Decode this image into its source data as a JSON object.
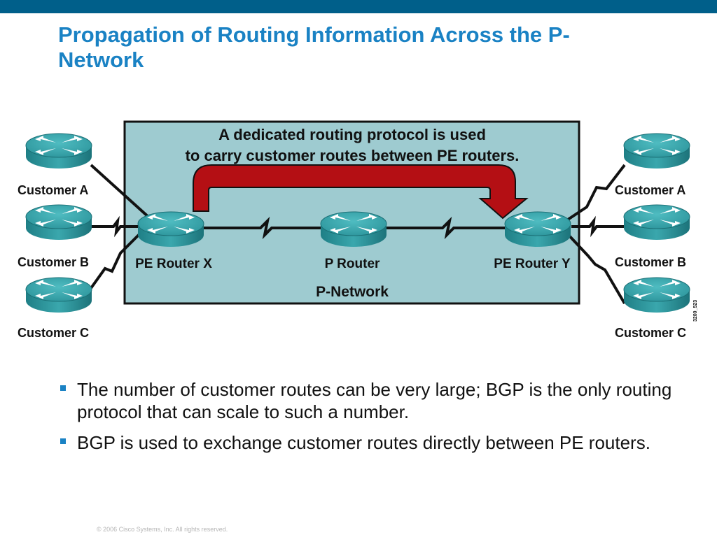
{
  "title": "Propagation of Routing Information Across the P-\nNetwork",
  "diagram": {
    "callout": [
      "A dedicated routing protocol is used",
      "to carry customer routes between PE routers."
    ],
    "network_label": "P-Network",
    "core_routers": {
      "pe_x": "PE Router X",
      "p": "P Router",
      "pe_y": "PE Router Y"
    },
    "customers_left": [
      "Customer A",
      "Customer B",
      "Customer C"
    ],
    "customers_right": [
      "Customer A",
      "Customer B",
      "Customer C"
    ],
    "figure_id": "3200_523",
    "colors": {
      "network_fill": "#9ecbd0",
      "router_body": "#2e9aa0",
      "arrow": "#b40f14"
    },
    "icons": {
      "router": "router-icon"
    }
  },
  "bullets": [
    "The number of customer routes can be very large; BGP is the only routing protocol that can scale to such a number.",
    "BGP is used to exchange customer routes directly between PE routers."
  ],
  "footer": {
    "copyright": "© 2006 Cisco Systems, Inc. All rights reserved."
  }
}
